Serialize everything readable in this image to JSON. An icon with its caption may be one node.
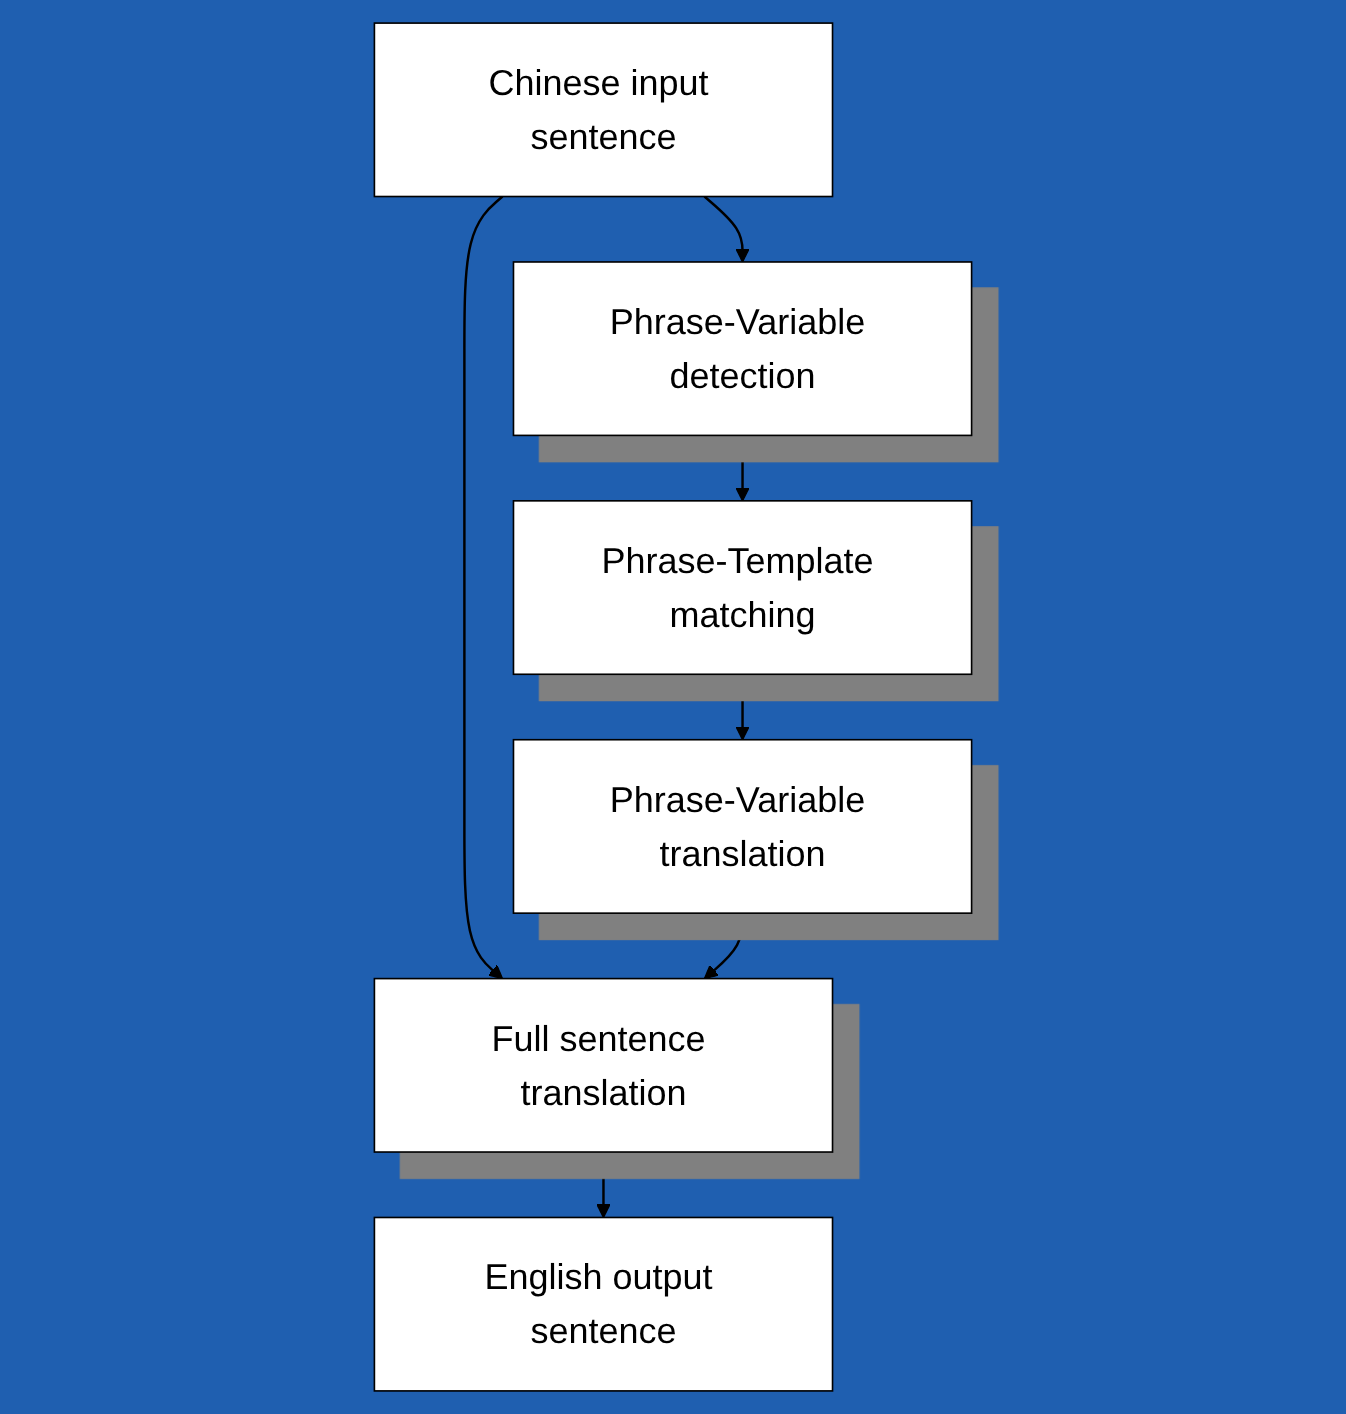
{
  "diagram": {
    "nodes": [
      {
        "text": [
          "Chinese input sentence"
        ]
      },
      {
        "text": [
          "Phrase-Variable detection"
        ]
      },
      {
        "text": [
          "Phrase-Template matching"
        ]
      },
      {
        "text": [
          "Phrase-Variable translation"
        ]
      },
      {
        "text": [
          "Full sentence translation"
        ]
      },
      {
        "text": [
          "English output sentence"
        ]
      }
    ],
    "edges": [
      {
        "from": 0,
        "to": 1,
        "arrow": "to"
      },
      {
        "from": 0,
        "to": 4,
        "arrow": "to"
      },
      {
        "from": 1,
        "to": 2,
        "arrow": "to"
      },
      {
        "from": 2,
        "to": 3,
        "arrow": "to"
      },
      {
        "from": 3,
        "to": 4,
        "arrow": "to"
      },
      {
        "from": 4,
        "to": 5,
        "arrow": "to"
      }
    ]
  }
}
